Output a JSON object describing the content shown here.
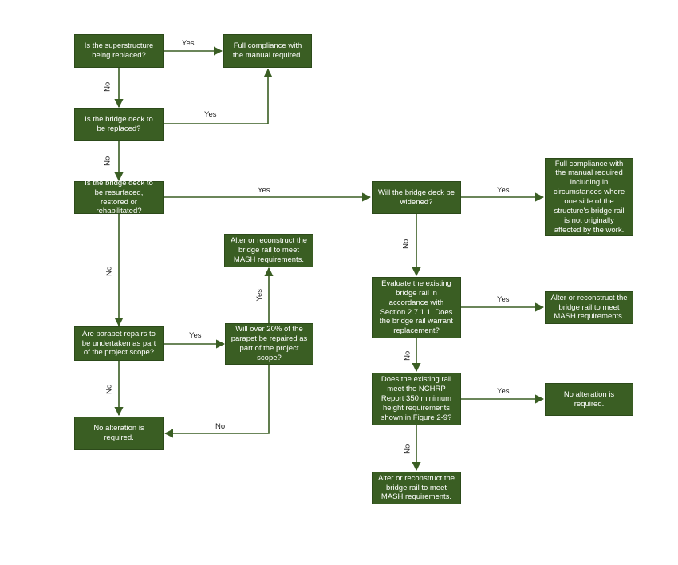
{
  "nodes": {
    "q_superstructure": "Is the superstructure being replaced?",
    "full_compliance": "Full compliance with the manual required.",
    "q_deck_replaced": "Is the bridge deck to be replaced?",
    "q_deck_resurfaced": "Is the bridge deck to be resurfaced, restored or rehabilitated?",
    "q_deck_widened": "Will the bridge deck be widened?",
    "full_compliance_both_sides": "Full compliance with the manual required including in circumstances where one side of the structure's bridge rail is not originally affected by the work.",
    "alter_mash_middle": "Alter or reconstruct the bridge rail to meet MASH requirements.",
    "q_evaluate_rail": "Evaluate the existing bridge rail in accordance with Section 2.7.1.1. Does the bridge rail warrant replacement?",
    "alter_mash_right": "Alter or reconstruct the bridge rail to meet MASH requirements.",
    "q_parapet_repairs": "Are parapet repairs to be undertaken as part of the project scope?",
    "q_over_20_percent": "Will over 20% of the parapet be repaired as part of the project scope?",
    "q_nchrp_350": "Does the existing rail meet the NCHRP Report 350 minimum height requirements shown in Figure 2-9?",
    "no_alteration_right": "No alteration is required.",
    "no_alteration_left": "No alteration is required.",
    "alter_mash_bottom": "Alter or reconstruct the bridge rail to meet MASH requirements."
  },
  "edge_labels": {
    "superstructure_yes": "Yes",
    "superstructure_no": "No",
    "deck_replaced_yes": "Yes",
    "deck_replaced_no": "No",
    "resurfaced_yes": "Yes",
    "resurfaced_no": "No",
    "widened_yes": "Yes",
    "widened_no": "No",
    "evaluate_yes": "Yes",
    "evaluate_no": "No",
    "parapet_yes": "Yes",
    "parapet_no": "No",
    "over20_yes": "Yes",
    "over20_no": "No",
    "nchrp_yes": "Yes",
    "nchrp_no": "No"
  },
  "colors": {
    "box_fill": "#3a5e23",
    "box_text": "#ffffff",
    "connector": "#3a5e23"
  }
}
